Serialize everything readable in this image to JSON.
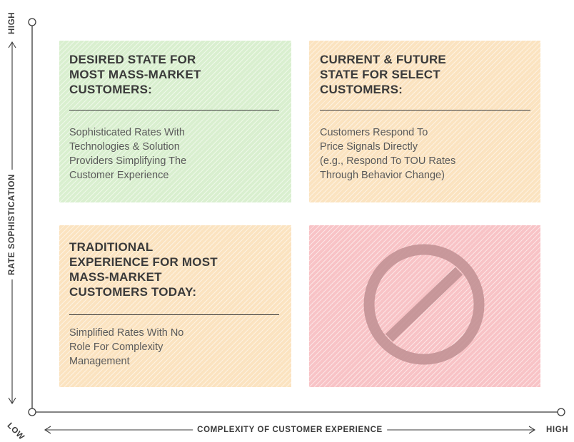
{
  "y_axis": {
    "title": "RATE SOPHISTICATION",
    "high_label": "HIGH",
    "low_label": "LOW"
  },
  "x_axis": {
    "title": "COMPLEXITY OF CUSTOMER EXPERIENCE",
    "high_label": "HIGH"
  },
  "quadrants": [
    {
      "title": "DESIRED STATE FOR\nMOST MASS-MARKET\nCUSTOMERS:",
      "body": "Sophisticated Rates With\nTechnologies & Solution\nProviders Simplifying The\nCustomer Experience",
      "color": "#d9efcf"
    },
    {
      "title": "CURRENT & FUTURE\nSTATE FOR SELECT\nCUSTOMERS:",
      "body": "Customers Respond To\nPrice Signals Directly\n(e.g., Respond To TOU Rates\nThrough Behavior Change)",
      "color": "#fbe3c0"
    },
    {
      "title": "TRADITIONAL\nEXPERIENCE FOR MOST\nMASS-MARKET\nCUSTOMERS TODAY:",
      "body": "Simplified Rates With No\nRole For Complexity\nManagement",
      "color": "#fbe3c0"
    },
    {
      "title": "",
      "body": "",
      "color": "#f8c3c6",
      "icon": "prohibited-icon"
    }
  ],
  "colors": {
    "axis": "#3a3a3a",
    "prohibited_icon": "#bf8f92"
  }
}
